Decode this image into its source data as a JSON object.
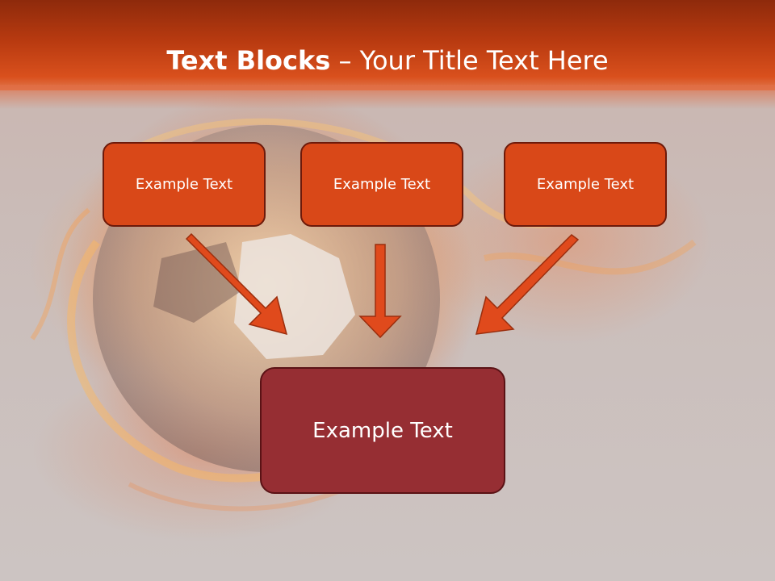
{
  "title": {
    "bold": "Text Blocks",
    "rest": " – Your Title Text Here"
  },
  "blocks": {
    "top": [
      {
        "label": "Example Text"
      },
      {
        "label": "Example Text"
      },
      {
        "label": "Example Text"
      }
    ],
    "bottom": {
      "label": "Example Text"
    }
  },
  "colors": {
    "header": "#c03e12",
    "top_box": "#d94818",
    "bottom_box": "#962e33",
    "arrow": "#e04a1c"
  }
}
